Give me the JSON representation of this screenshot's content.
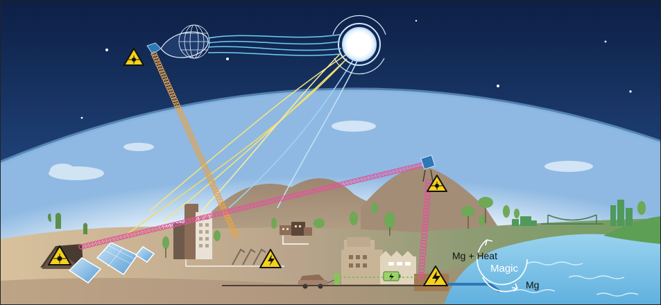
{
  "labels": {
    "reaction_top": "Mg + Heat",
    "cycle_center": "Magic",
    "reaction_bottom": "Mg"
  },
  "icons": [
    "laser-warning-icon-space",
    "laser-warning-icon-desert",
    "laser-warning-icon-mountain",
    "high-voltage-icon-solar",
    "high-voltage-icon-factory",
    "battery-charging-icon"
  ],
  "colors": {
    "space_top": "#0d1f45",
    "space_bottom": "#3e78b8",
    "laser_pink": "#e0569b",
    "laser_orange": "#e6a34a",
    "sunlight_yellow": "#f4e57c",
    "sunlight_blue": "#9fd3f2",
    "warning_yellow": "#f5d21b",
    "sea": "#7cc4e6",
    "mountain": "#a08a73",
    "ground": "#c8b293"
  }
}
